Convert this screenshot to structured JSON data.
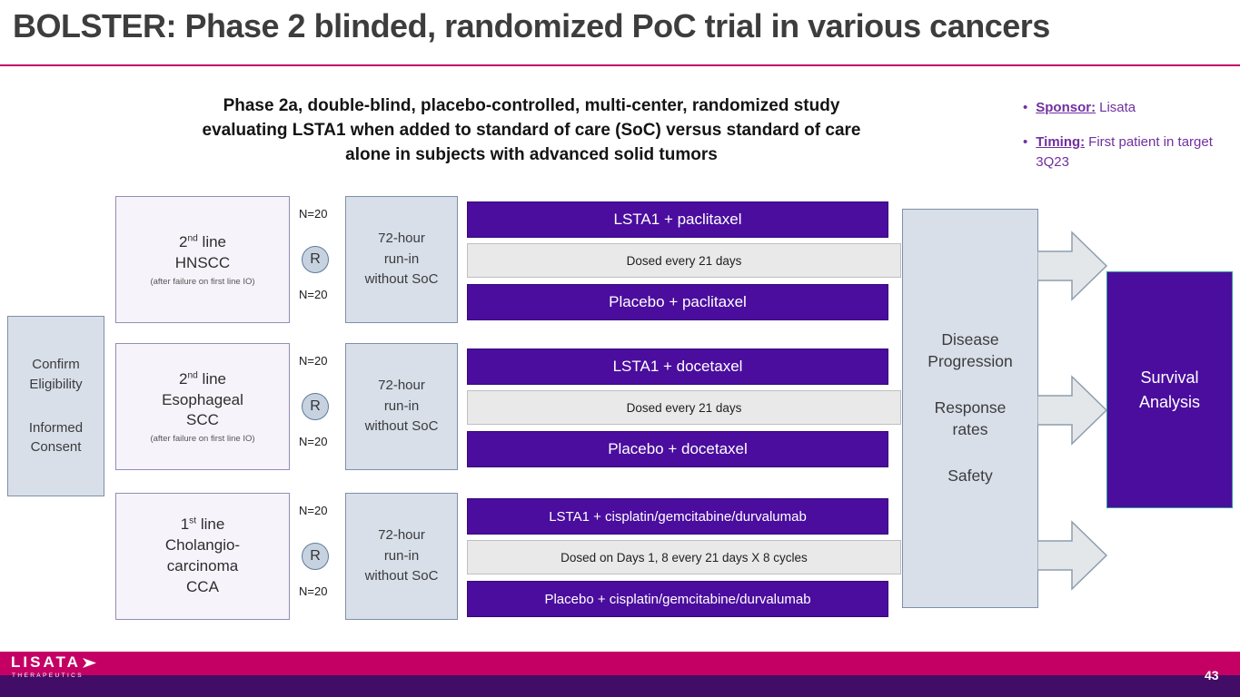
{
  "slide": {
    "title": "BOLSTER: Phase 2 blinded, randomized PoC trial in various cancers",
    "subtitle": "Phase 2a, double-blind, placebo-controlled, multi-center, randomized study\nevaluating LSTA1 when added to standard of care (SoC) versus standard of care\nalone in subjects with advanced solid tumors"
  },
  "callouts": [
    {
      "bullet": "•",
      "label": "Sponsor:",
      "value": "Lisata"
    },
    {
      "bullet": "•",
      "label": "Timing:",
      "value": "First patient in target 3Q23"
    }
  ],
  "eligibility": {
    "line1": "Confirm Eligibility",
    "line2": "Informed Consent"
  },
  "shared": {
    "n_label": "N=20",
    "r_label": "R",
    "runin": "72-hour\nrun-in\nwithout SoC"
  },
  "rows": [
    {
      "cohort": {
        "ord": "2",
        "sup": "nd",
        "rest": " line",
        "name": "HNSCC",
        "note": "(after failure on first line IO)"
      },
      "arm_top": "LSTA1 + paclitaxel",
      "dosing": "Dosed every 21 days",
      "arm_bottom": "Placebo + paclitaxel"
    },
    {
      "cohort": {
        "ord": "2",
        "sup": "nd",
        "rest": " line",
        "name": "Esophageal\nSCC",
        "note": "(after failure on first line IO)"
      },
      "arm_top": "LSTA1 + docetaxel",
      "dosing": "Dosed every 21 days",
      "arm_bottom": "Placebo + docetaxel"
    },
    {
      "cohort": {
        "ord": "1",
        "sup": "st",
        "rest": " line",
        "name": "Cholangio-\ncarcinoma\nCCA",
        "note": ""
      },
      "arm_top": "LSTA1 + cisplatin/gemcitabine/durvalumab",
      "dosing": "Dosed on Days 1, 8 every 21 days X 8 cycles",
      "arm_bottom": "Placebo + cisplatin/gemcitabine/durvalumab"
    }
  ],
  "endpoints": {
    "items": [
      "Disease\nProgression",
      "Response\nrates",
      "Safety"
    ]
  },
  "survival": {
    "text": "Survival\nAnalysis"
  },
  "footer": {
    "brand": "LISATA",
    "brand_sub": "THERAPEUTICS",
    "page": "43"
  },
  "colors": {
    "accent_magenta": "#C50064",
    "deep_purple": "#4A0D9E",
    "panel_blue": "#D8DFE9",
    "callout_purple": "#7030A0",
    "footer_dark_purple": "#420D66"
  }
}
